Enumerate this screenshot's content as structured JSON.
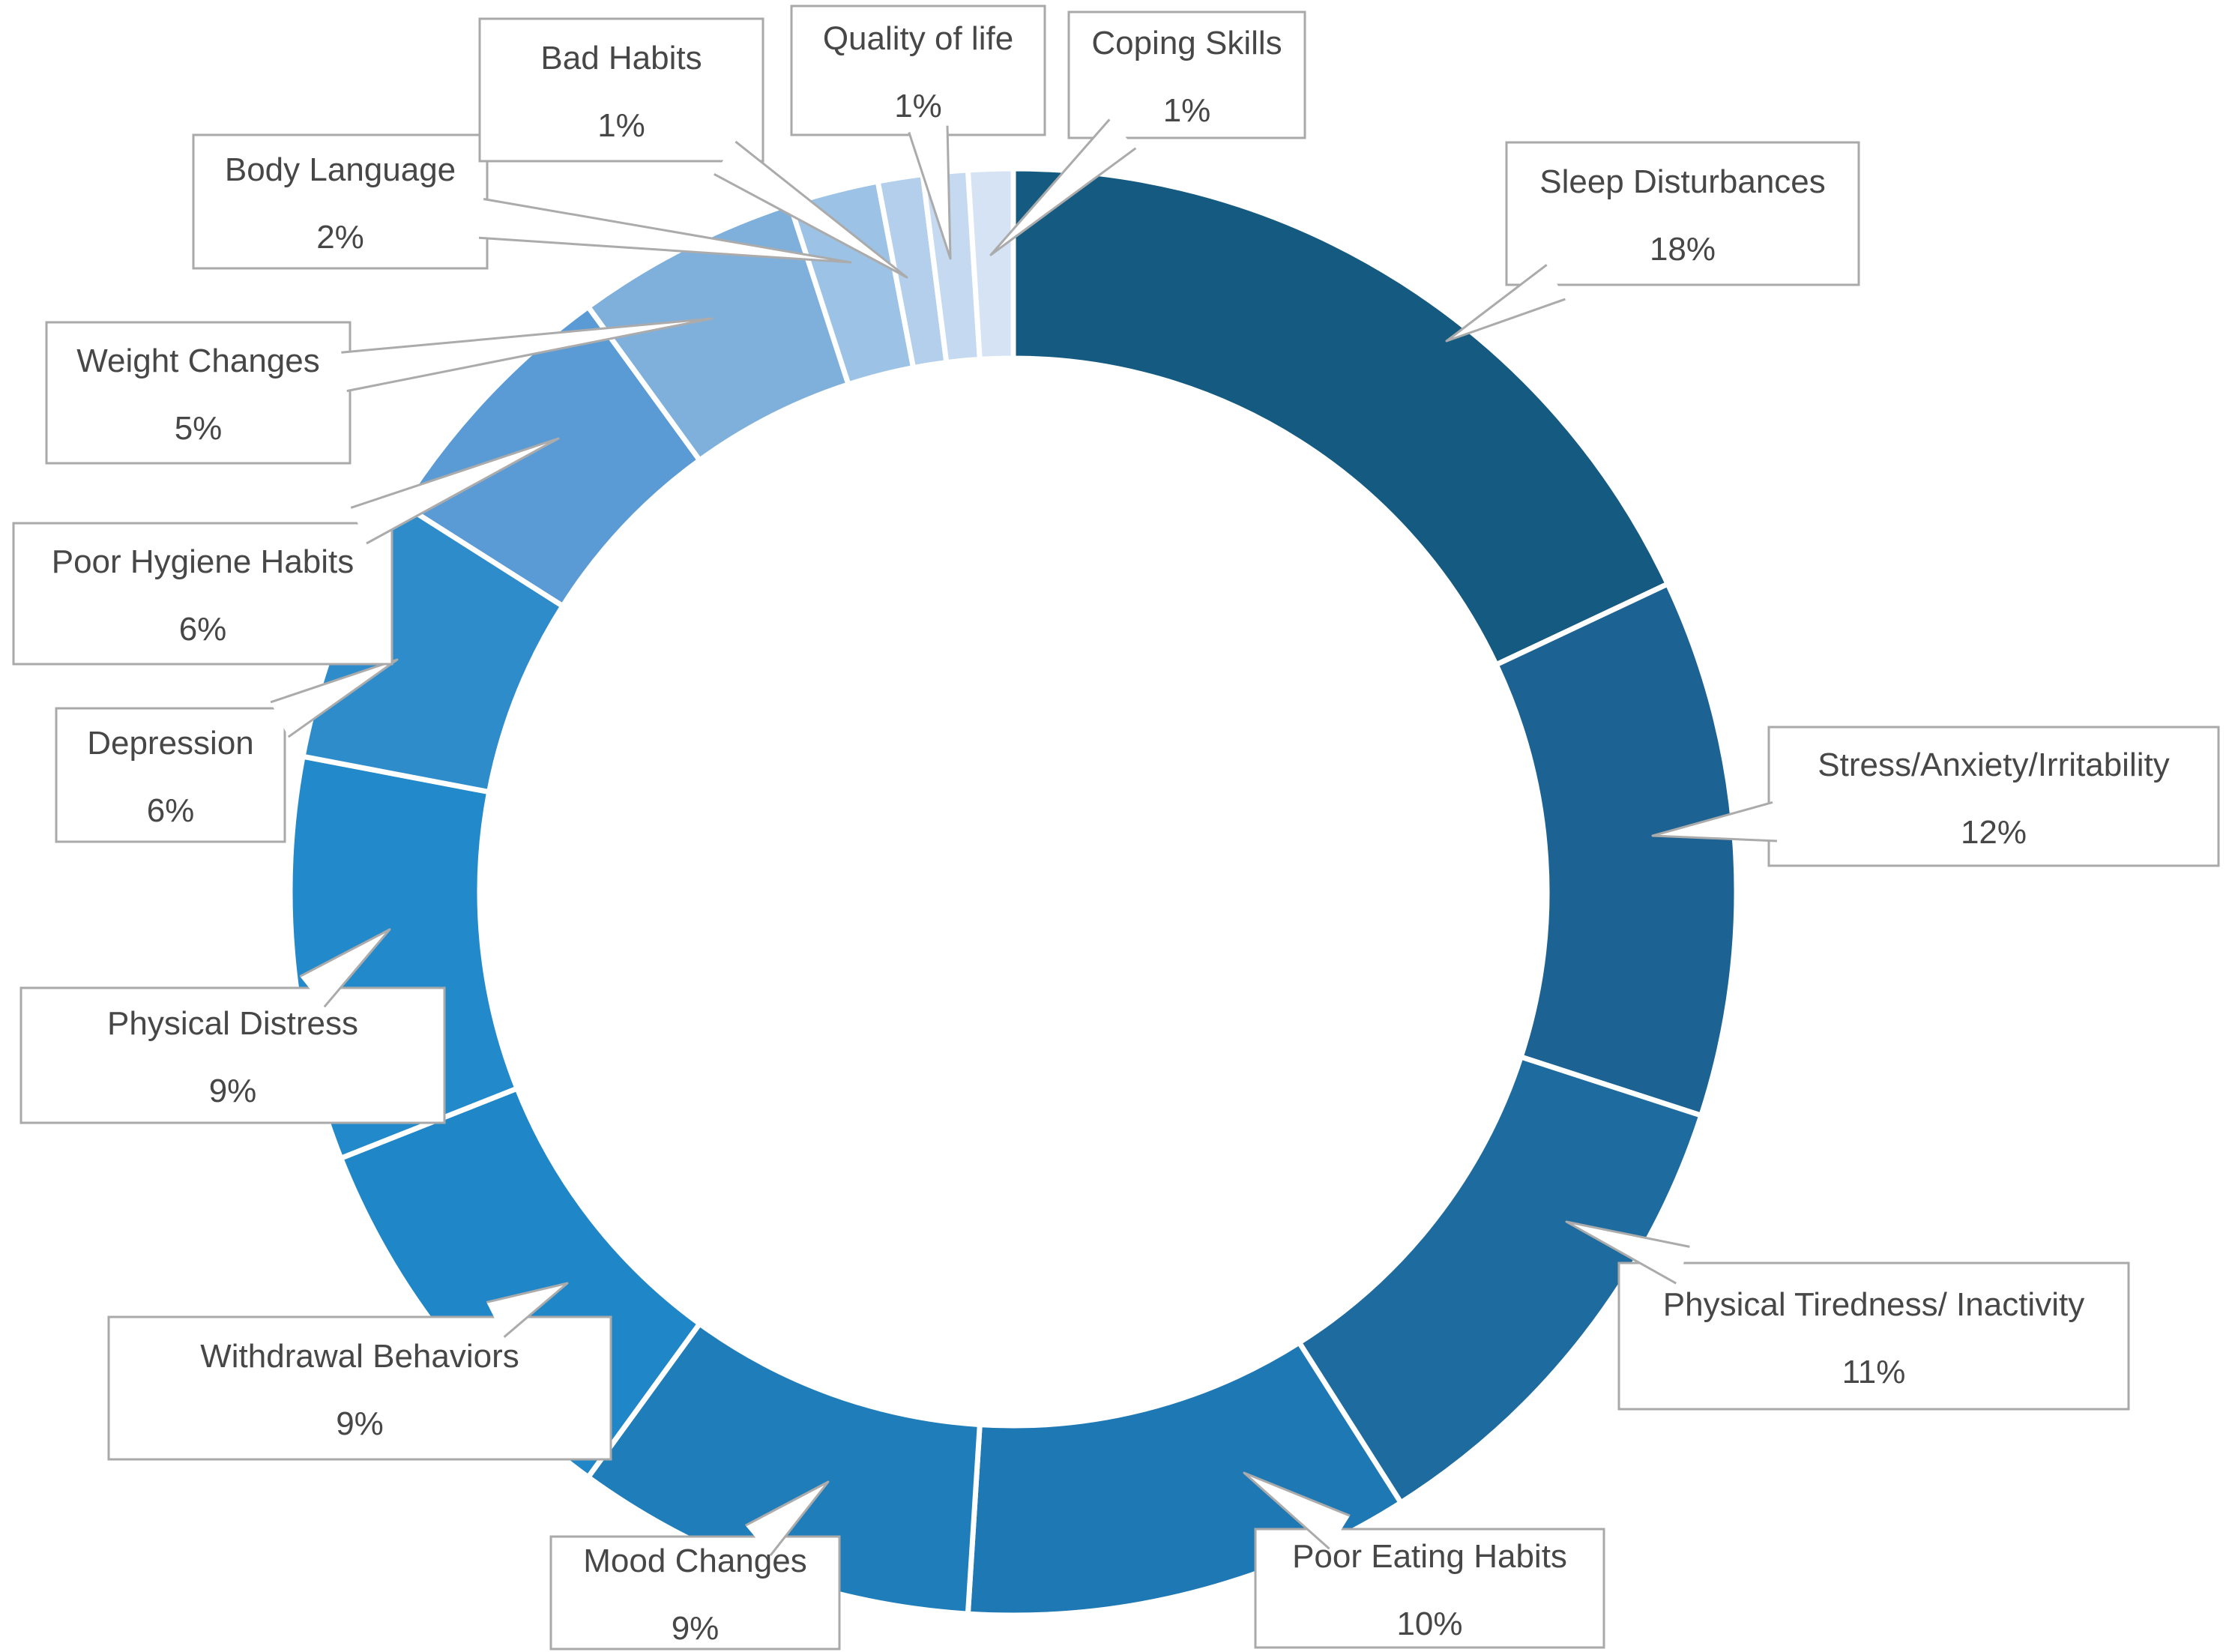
{
  "figure": {
    "background_color": "#ffffff",
    "title": ""
  },
  "chart_data": {
    "type": "pie",
    "subtype": "doughnut",
    "title": "",
    "legend": "none",
    "start_angle": "top",
    "direction": "clockwise",
    "hole_ratio": 0.74,
    "slice_gap_color": "#ffffff",
    "callout_fill": "#ffffff",
    "callout_border_color": "#a9a9a9",
    "leader_line_color": "#ababab",
    "label_text_color": "#474747",
    "label_format": "category name + percent, in white boxed callouts with tapered leader pointers",
    "categories": [
      "Sleep Disturbances",
      "Stress/Anxiety/Irritability",
      "Physical Tiredness/ Inactivity",
      "Poor Eating Habits",
      "Mood Changes",
      "Withdrawal Behaviors",
      "Physical Distress",
      "Depression",
      "Poor Hygiene Habits",
      "Weight Changes",
      "Body Language",
      "Bad Habits",
      "Quality of life",
      "Coping Skills"
    ],
    "values": [
      18,
      12,
      11,
      10,
      9,
      9,
      9,
      6,
      6,
      5,
      2,
      1,
      1,
      1
    ],
    "points": [
      {
        "slug": "sleep-disturbances",
        "label": "Sleep Disturbances",
        "value": 18,
        "pct_label": "18%",
        "color": "#155A80"
      },
      {
        "slug": "stress-anxiety-irritability",
        "label": "Stress/Anxiety/Irritability",
        "value": 12,
        "pct_label": "12%",
        "color": "#1C6394"
      },
      {
        "slug": "physical-tiredness-inactivity",
        "label": "Physical Tiredness/ Inactivity",
        "value": 11,
        "pct_label": "11%",
        "color": "#1E6C9F"
      },
      {
        "slug": "poor-eating-habits",
        "label": "Poor Eating Habits",
        "value": 10,
        "pct_label": "10%",
        "color": "#1E78B4"
      },
      {
        "slug": "mood-changes",
        "label": "Mood Changes",
        "value": 9,
        "pct_label": "9%",
        "color": "#1F7DB9"
      },
      {
        "slug": "withdrawal-behaviors",
        "label": "Withdrawal Behaviors",
        "value": 9,
        "pct_label": "9%",
        "color": "#1F86C8"
      },
      {
        "slug": "physical-distress",
        "label": "Physical Distress",
        "value": 9,
        "pct_label": "9%",
        "color": "#2289CB"
      },
      {
        "slug": "depression",
        "label": "Depression",
        "value": 6,
        "pct_label": "6%",
        "color": "#2F8CCB"
      },
      {
        "slug": "poor-hygiene-habits",
        "label": "Poor Hygiene Habits",
        "value": 6,
        "pct_label": "6%",
        "color": "#5B9BD5"
      },
      {
        "slug": "weight-changes",
        "label": "Weight Changes",
        "value": 5,
        "pct_label": "5%",
        "color": "#7FB0DC"
      },
      {
        "slug": "body-language",
        "label": "Body Language",
        "value": 2,
        "pct_label": "2%",
        "color": "#9CC3E6"
      },
      {
        "slug": "bad-habits",
        "label": "Bad Habits",
        "value": 1,
        "pct_label": "1%",
        "color": "#B3CFEC"
      },
      {
        "slug": "quality-of-life",
        "label": "Quality of life",
        "value": 1,
        "pct_label": "1%",
        "color": "#C5D9F1"
      },
      {
        "slug": "coping-skills",
        "label": "Coping Skills",
        "value": 1,
        "pct_label": "1%",
        "color": "#D5E3F5"
      }
    ]
  }
}
